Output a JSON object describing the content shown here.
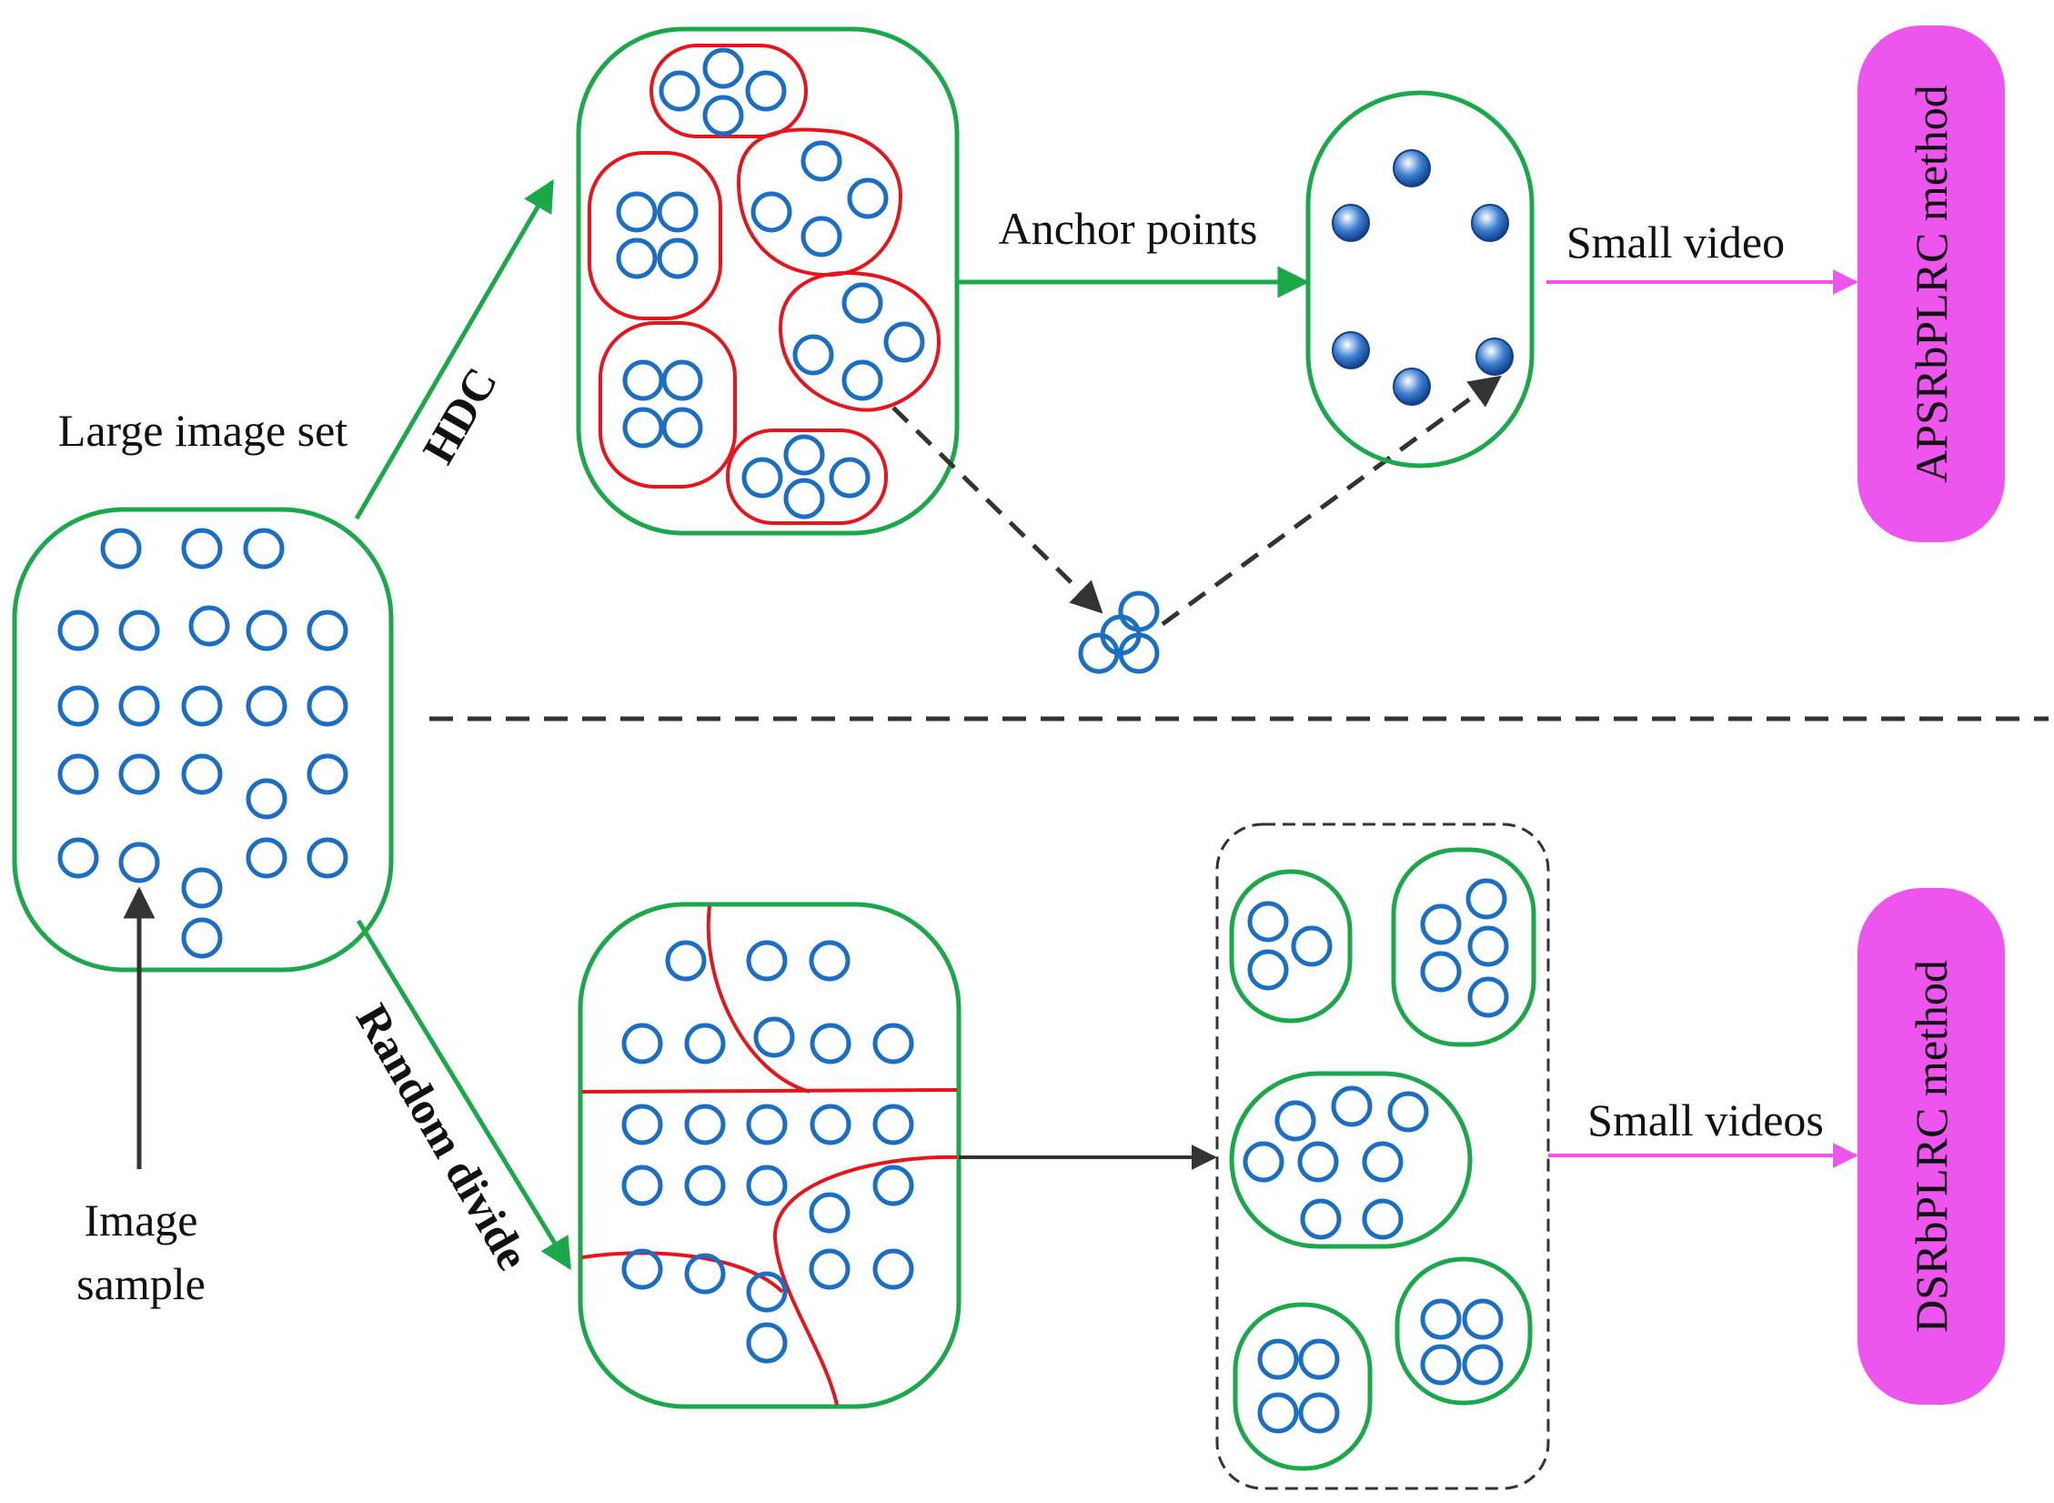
{
  "labels": {
    "large_image_set": "Large image set",
    "image_sample_line1": "Image",
    "image_sample_line2": "sample",
    "hdc": "HDC",
    "random_divide": "Random divide",
    "anchor_points": "Anchor points",
    "small_video": "Small video",
    "small_videos": "Small videos"
  },
  "methods": {
    "top": "APSRbPLRC method",
    "bottom": "DSRbPLRC method"
  },
  "colors": {
    "green": "#1aa84a",
    "red": "#e8141c",
    "blue": "#1a6fc4",
    "magenta": "#ee55ee",
    "dark": "#333333"
  }
}
